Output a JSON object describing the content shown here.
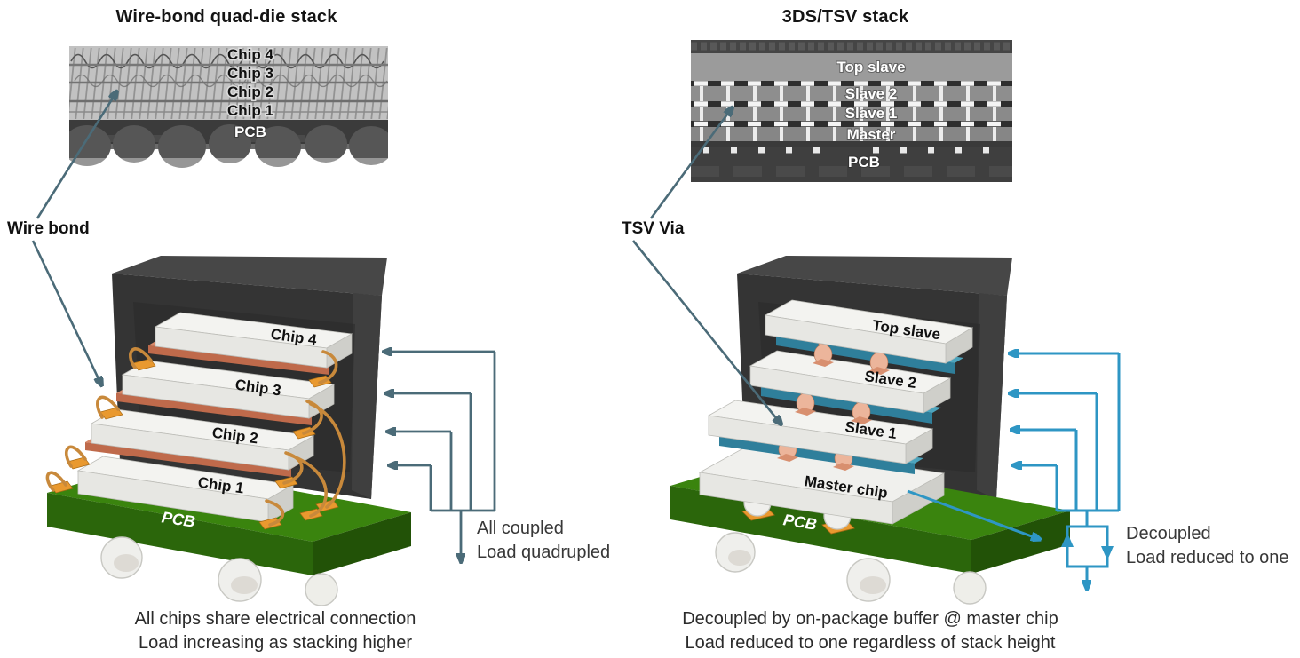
{
  "left_panel": {
    "title": "Wire-bond quad-die stack",
    "callout": "Wire bond",
    "photo_labels": [
      "Chip 4",
      "Chip 3",
      "Chip 2",
      "Chip 1",
      "PCB"
    ],
    "stack_labels": [
      "Chip 4",
      "Chip 3",
      "Chip 2",
      "Chip 1"
    ],
    "pcb_label": "PCB",
    "annotation_line1": "All coupled",
    "annotation_line2": "Load quadrupled",
    "caption_line1": "All chips share electrical connection",
    "caption_line2": "Load increasing as stacking higher"
  },
  "right_panel": {
    "title": "3DS/TSV stack",
    "callout": "TSV Via",
    "photo_labels": [
      "Top slave",
      "Slave 2",
      "Slave 1",
      "Master",
      "PCB"
    ],
    "stack_labels": [
      "Top slave",
      "Slave 2",
      "Slave 1",
      "Master chip"
    ],
    "pcb_label": "PCB",
    "annotation_line1": "Decoupled",
    "annotation_line2": "Load reduced to one",
    "caption_line1": "Decoupled by on-package buffer @ master chip",
    "caption_line2": "Load reduced to one regardless of stack height"
  },
  "colors": {
    "callout_arrow": "#4b6b78",
    "coupled_line": "#4b6b78",
    "decoupled_line": "#2e96c4",
    "pcb_green_top": "#3a840e",
    "pcb_green_front": "#2b660b",
    "die_attach_salmon": "#bf6a4b",
    "interposer_teal": "#2f7f9b",
    "tsv_copper": "#e5a284",
    "wire_gold": "#c8893b",
    "pad_orange": "#e9992f",
    "mold_dark": "#343434"
  }
}
